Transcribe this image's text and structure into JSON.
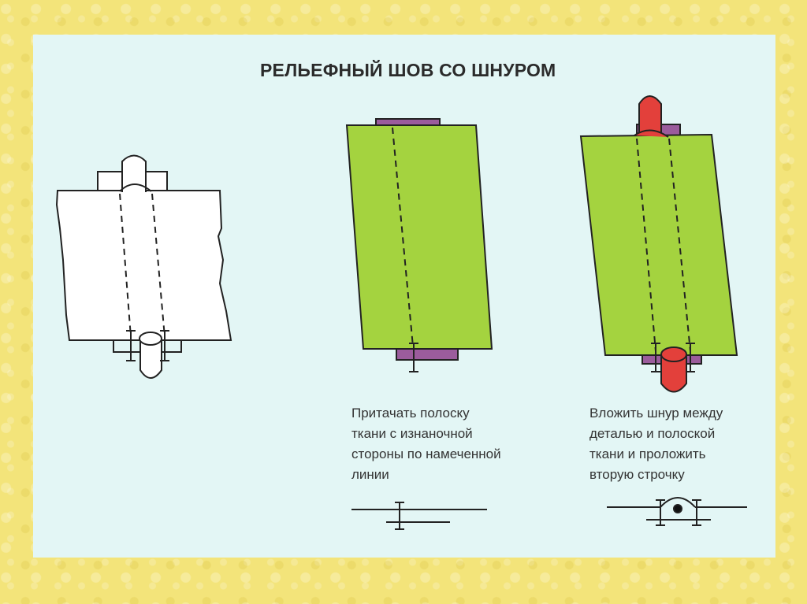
{
  "title": "РЕЛЬЕФНЫЙ ШОВ СО ШНУРОМ",
  "captions": {
    "step_attach": [
      "Притачать полоску",
      "ткани с изнаночной",
      "стороны по намеченной",
      "линии"
    ],
    "step_insert_cord": [
      "Вложить шнур между",
      "деталью и полоской",
      "ткани и проложить",
      "вторую строчку"
    ]
  },
  "colors": {
    "panel": "#e3f6f5",
    "border_texture": "#f3e47a",
    "fabric": "#a4d33f",
    "strip": "#9b5c9c",
    "cord": "#e3403b"
  }
}
